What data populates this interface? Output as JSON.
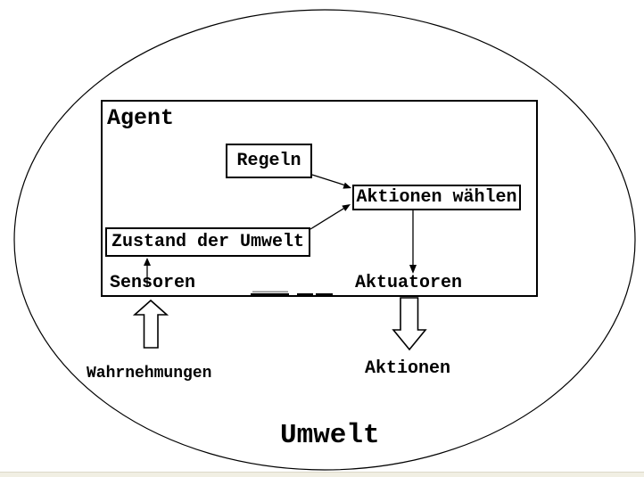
{
  "diagram": {
    "environment_label": "Umwelt",
    "agent": {
      "title": "Agent"
    },
    "boxes": {
      "rules": "Regeln",
      "choose_actions": "Aktionen wählen",
      "environment_state": "Zustand der Umwelt"
    },
    "io_labels": {
      "sensors": "Sensoren",
      "actuators": "Aktuatoren"
    },
    "flow_labels": {
      "perceptions": "Wahrnehmungen",
      "actions": "Aktionen"
    },
    "colors": {
      "stroke": "#000000",
      "background": "#ffffff",
      "bottom_bar": "#f1efe3"
    }
  }
}
